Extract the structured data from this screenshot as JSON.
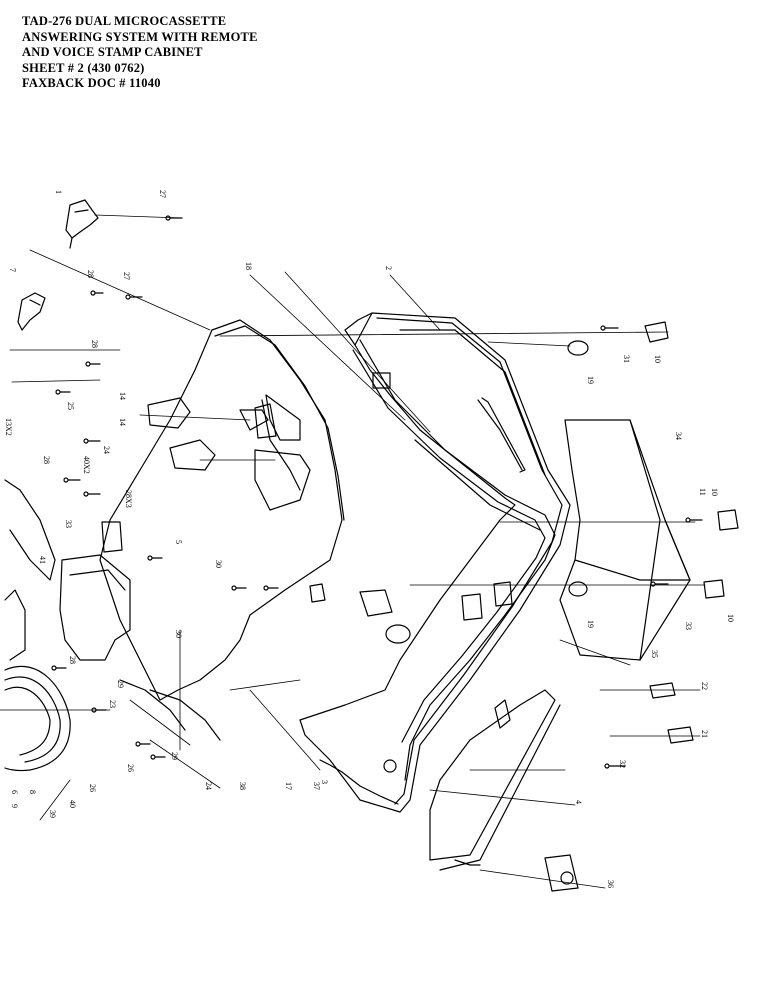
{
  "header": {
    "line1": "TAD-276 DUAL MICROCASSETTE",
    "line2": "ANSWERING SYSTEM WITH REMOTE",
    "line3": "AND VOICE STAMP CABINET",
    "line4": "SHEET # 2  (430  0762)",
    "line5": "FAXBACK DOC # 11040"
  },
  "part_labels": [
    "27",
    "1",
    "28",
    "27",
    "7",
    "28",
    "25",
    "14",
    "13X2",
    "14",
    "24",
    "40X2",
    "28",
    "28X3",
    "33",
    "41",
    "5",
    "30",
    "30",
    "19",
    "31",
    "10",
    "34",
    "11",
    "10",
    "18",
    "10",
    "19",
    "35",
    "33",
    "22",
    "21",
    "32",
    "3",
    "28",
    "23",
    "29",
    "29",
    "26",
    "24",
    "38",
    "17",
    "37",
    "4",
    "39",
    "40",
    "26",
    "8",
    "9",
    "6",
    "36",
    "2"
  ]
}
